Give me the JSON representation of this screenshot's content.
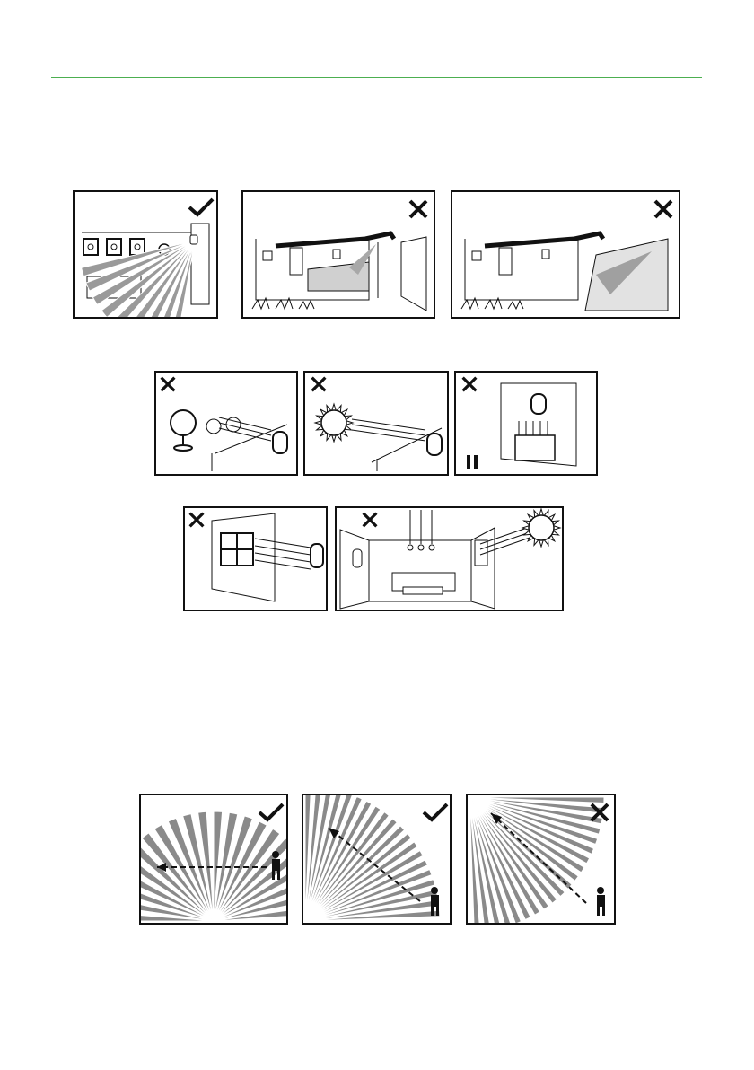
{
  "header_rule": {
    "color": "#4caf50"
  },
  "placement_row": [
    {
      "name": "indoor-room-panel",
      "mark": "check"
    },
    {
      "name": "outdoor-porch-panel",
      "mark": "cross"
    },
    {
      "name": "outdoor-patio-panel",
      "mark": "cross"
    }
  ],
  "interference_row_1": [
    {
      "name": "fan-draft-panel",
      "mark": "cross"
    },
    {
      "name": "sunlight-panel",
      "mark": "cross"
    },
    {
      "name": "heater-panel",
      "mark": "cross"
    }
  ],
  "interference_row_2": [
    {
      "name": "window-panel",
      "mark": "cross"
    },
    {
      "name": "sunlit-room-panel",
      "mark": "cross"
    }
  ],
  "coverage_row": [
    {
      "name": "walk-across-panel",
      "mark": "check"
    },
    {
      "name": "corner-diagonal-panel",
      "mark": "check"
    },
    {
      "name": "walk-toward-panel",
      "mark": "cross"
    }
  ],
  "icons": {
    "check": "check-icon",
    "cross": "cross-icon"
  }
}
